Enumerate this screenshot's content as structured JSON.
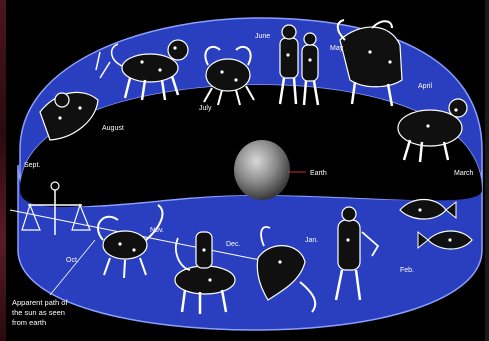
{
  "diagram": {
    "center_label": "Earth",
    "caption_lines": [
      "Apparent path of",
      "the sun as seen",
      "from earth"
    ],
    "months": {
      "june": "June",
      "may": "May",
      "april": "April",
      "july": "July",
      "august": "August",
      "sept": "Sept.",
      "march": "March",
      "oct": "Oct.",
      "nov": "Nov.",
      "dec": "Dec.",
      "jan": "Jan.",
      "feb": "Feb."
    },
    "colors": {
      "band": "#2a3fbf",
      "band_edge": "#8aa0ff",
      "background": "#000000",
      "figure": "#ffffff"
    },
    "constellation_icons": [
      "leo-icon",
      "cancer-icon",
      "gemini-icon",
      "taurus-icon",
      "aries-icon",
      "virgo-icon",
      "libra-icon",
      "scorpio-icon",
      "sagittarius-icon",
      "capricorn-icon",
      "aquarius-icon",
      "pisces-icon"
    ]
  }
}
